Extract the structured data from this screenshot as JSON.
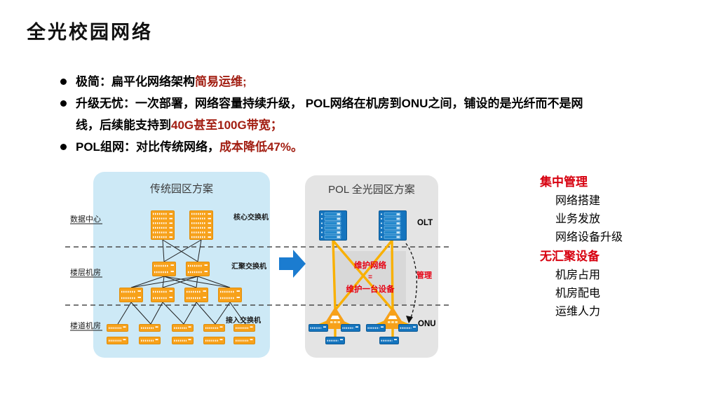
{
  "title": "全光校园网络",
  "bullets": {
    "b1": {
      "black": "极简：扁平化网络架构",
      "red": "简易运维;"
    },
    "b2": {
      "line1": "升级无忧：一次部署，网络容量持续升级， POL网络在机房到ONU之间，铺设的是光纤而不是网",
      "line2_black": "线，后续能支持到",
      "line2_red": "40G甚至100G带宽；"
    },
    "b3": {
      "black": "POL组网：对比传统网络，",
      "red": "成本降低47%。"
    }
  },
  "diagram": {
    "traditional": {
      "title": "传统园区方案",
      "row_labels": [
        "数据中心",
        "楼层机房",
        "楼道机房"
      ],
      "device_labels": [
        "核心交换机",
        "汇聚交换机",
        "接入交换机"
      ]
    },
    "pol": {
      "title": "POL 全光园区方案",
      "olt_label": "OLT",
      "onu_label": "ONU",
      "mgmt_label": "管理",
      "box_line1": "维护网络",
      "box_line2": "=",
      "box_line3": "维护一台设备"
    }
  },
  "right_column": {
    "sections": [
      {
        "heading": "集中管理",
        "items": [
          "网络搭建",
          "业务发放",
          "网络设备升级"
        ]
      },
      {
        "heading": "无汇聚设备",
        "items": [
          "机房占用",
          "机房配电",
          "运维人力"
        ]
      }
    ]
  },
  "colors": {
    "bullet_red": "#A21E12",
    "heading_red": "#D7000F",
    "diagram_red": "#E60012",
    "device_orange": "#F7A11A",
    "device_blue": "#1474BE",
    "panel_blue": "#CDE9F6",
    "panel_gray": "#E4E4E4",
    "arrow_blue": "#1B7CD0"
  }
}
